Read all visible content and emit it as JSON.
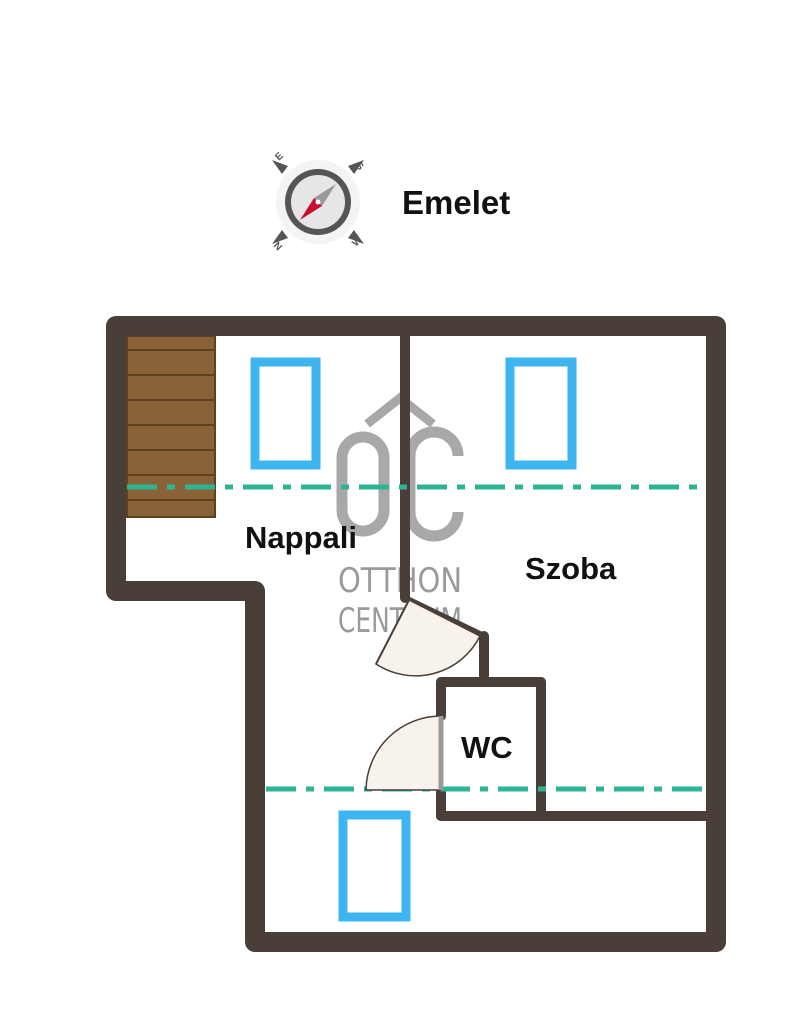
{
  "floor_title": "Emelet",
  "compass": {
    "icon": "compass-icon",
    "letters": [
      "E",
      "S",
      "N",
      "W"
    ]
  },
  "rooms": {
    "living": "Nappali",
    "bedroom": "Szoba",
    "toilet": "WC"
  },
  "watermark": {
    "line1": "OTTHON",
    "line2": "CENTRUM",
    "monogram": "OC"
  },
  "colors": {
    "wall": "#4a3f38",
    "window": "#3db5f0",
    "slope_line": "#2bb594",
    "stairs": "#8a6238",
    "door_fill": "#f7f2ec",
    "compass_needle": "#c8102e"
  }
}
